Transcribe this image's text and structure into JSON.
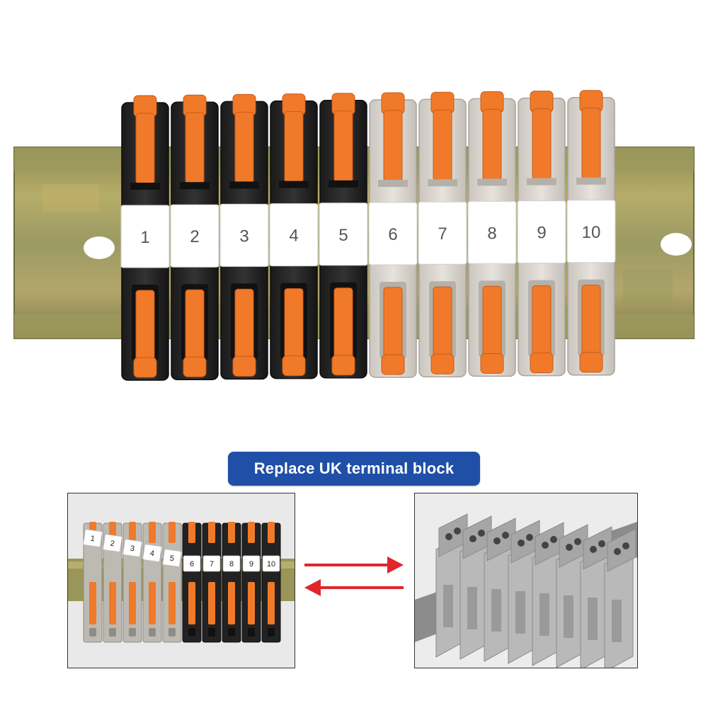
{
  "hero": {
    "terminal_numbers": [
      "1",
      "2",
      "3",
      "4",
      "5",
      "6",
      "7",
      "8",
      "9",
      "10"
    ],
    "dark_housing_color": "#262626",
    "light_housing_color": "#ddd8d2",
    "lever_color": "#f07a2a",
    "rail_color": "#a9a05c"
  },
  "banner": {
    "text": "Replace UK terminal block",
    "color": "#1f4fa6"
  },
  "comparison": {
    "left_numbers": [
      "1",
      "2",
      "3",
      "4",
      "5",
      "6",
      "7",
      "8",
      "9",
      "10"
    ],
    "arrow_color": "#e0262b",
    "uk_block_color": "#b9b9b9"
  }
}
